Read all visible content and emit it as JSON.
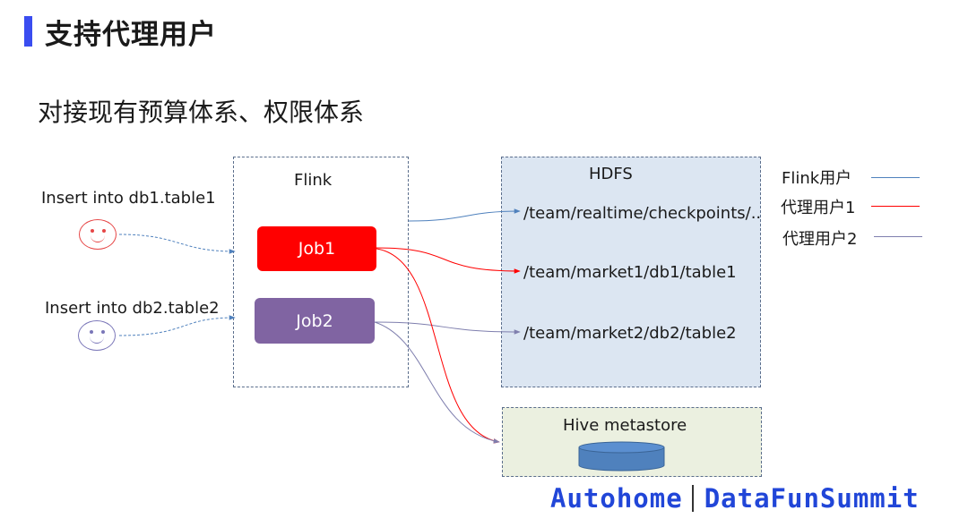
{
  "header": {
    "title": "支持代理用户"
  },
  "subtitle": "对接现有预算体系、权限体系",
  "diagram": {
    "flink": {
      "label": "Flink",
      "jobs": [
        "Job1",
        "Job2"
      ]
    },
    "users": [
      {
        "query": "Insert into db1.table1"
      },
      {
        "query": "Insert into db2.table2"
      }
    ],
    "hdfs": {
      "label": "HDFS",
      "paths": [
        "/team/realtime/checkpoints/..",
        "/team/market1/db1/table1",
        "/team/market2/db2/table2"
      ]
    },
    "hive": {
      "label": "Hive metastore"
    }
  },
  "legend": [
    {
      "label": "Flink用户",
      "color": "#4f81bd"
    },
    {
      "label": "代理用户1",
      "color": "#ff0000"
    },
    {
      "label": "代理用户2",
      "color": "#7f7fae"
    }
  ],
  "footer": {
    "left": "Autohome",
    "right": "DataFunSummit"
  },
  "colors": {
    "accent": "#3a4df0",
    "job1": "#ff0000",
    "job2": "#8064a2",
    "hdfs_bg": "#dce6f2",
    "hive_bg": "#ebf0e0"
  }
}
